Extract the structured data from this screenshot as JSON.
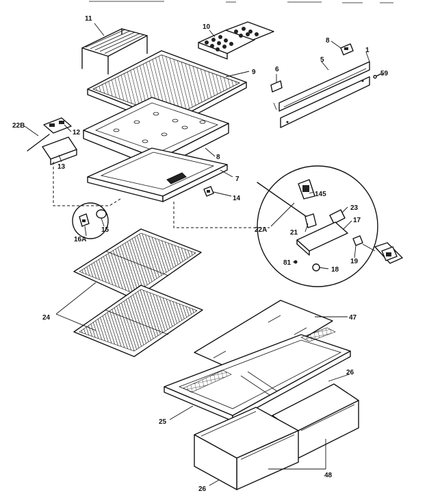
{
  "callouts": {
    "c11": "11",
    "c10": "10",
    "c8a": "8",
    "c1": "1",
    "c5": "5",
    "c59": "59",
    "c9": "9",
    "c6": "6",
    "c22b": "22B",
    "c12": "12",
    "c13": "13",
    "c8b": "8",
    "c7": "7",
    "c14": "14",
    "c145": "145",
    "c23": "23",
    "c22a": "22A",
    "c21": "21",
    "c17": "17",
    "c16a": "16A",
    "c15": "15",
    "c81": "81",
    "c19": "19",
    "c18": "18",
    "c24": "24",
    "c47": "47",
    "c26a": "26",
    "c25": "25",
    "c48": "48",
    "c26b": "26"
  }
}
